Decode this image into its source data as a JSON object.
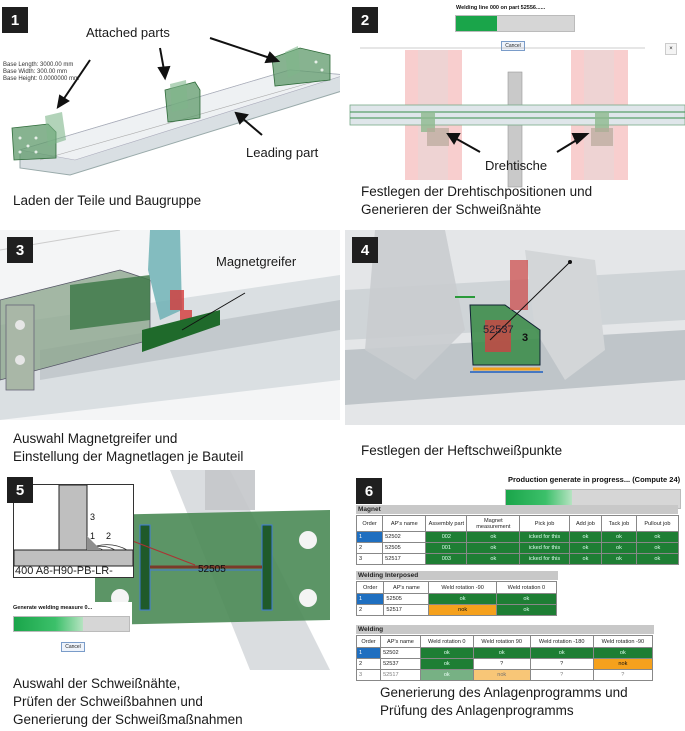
{
  "steps": [
    {
      "num": "1",
      "caption": [
        "Laden der Teile und Baugruppe"
      ]
    },
    {
      "num": "2",
      "caption": [
        "Festlegen der Drehtischpositionen und",
        "Generieren der Schweißnähte"
      ]
    },
    {
      "num": "3",
      "caption": [
        "Auswahl Magnetgreifer und",
        "Einstellung der Magnetlagen je Bauteil"
      ]
    },
    {
      "num": "4",
      "caption": [
        "Festlegen der Heftschweißpunkte"
      ]
    },
    {
      "num": "5",
      "caption": [
        "Auswahl der Schweißnähte,",
        "Prüfen der Schweißbahnen und",
        "Generierung der Schweißmaßnahmen"
      ]
    },
    {
      "num": "6",
      "caption": [
        "Generierung des Anlagenprogramms und",
        "Prüfung des Anlagenprogramms"
      ]
    }
  ],
  "panel1": {
    "attached_parts": "Attached parts",
    "leading_part": "Leading part",
    "info_lines": [
      "Base Length: 3000.00 mm",
      "Base Width: 300.00 mm",
      "Base Height: 0.0000000 mm"
    ]
  },
  "panel2": {
    "progress_title": "Welding line 000 on part 52556......",
    "progress": 0.35,
    "cancel": "Cancel",
    "drehtische": "Drehtische"
  },
  "panel3": {
    "magnetgreifer": "Magnetgreifer"
  },
  "panel4": {
    "part_label": "52537",
    "part_suffix": "3"
  },
  "panel5": {
    "profile_text": "400 A8-H90-PB-LR-",
    "weld_nums": [
      "3",
      "1",
      "2"
    ],
    "progress_title": "Generate welding measure 0...",
    "progress": 0.6,
    "cancel": "Cancel",
    "part_label": "52505"
  },
  "panel6": {
    "progress_title": "Production generate in progress... (Compute 24)",
    "progress": 0.38,
    "magnet": {
      "title": "Magnet",
      "headers": [
        "Order",
        "AP's name",
        "Assembly part",
        "Magnet measurement",
        "Pick job",
        "Add job",
        "Tack job",
        "Pullout job"
      ],
      "rows": [
        [
          "1",
          "52502",
          "002",
          "ok",
          "icked for this ",
          "ok",
          "ok",
          "ok"
        ],
        [
          "2",
          "52505",
          "001",
          "ok",
          "icked for this ",
          "ok",
          "ok",
          "ok"
        ],
        [
          "3",
          "52517",
          "003",
          "ok",
          "icked for this ",
          "ok",
          "ok",
          "ok"
        ]
      ]
    },
    "interposed": {
      "title": "Welding Interposed",
      "headers": [
        "Order",
        "AP's name",
        "Weld rotation -90",
        "Weld rotation 0"
      ],
      "rows": [
        [
          "1",
          "52505",
          "ok",
          "ok"
        ],
        [
          "2",
          "52517",
          "nok",
          "ok"
        ]
      ]
    },
    "welding": {
      "title": "Welding",
      "headers": [
        "Order",
        "AP's name",
        "Weld rotation 0",
        "Weld rotation 90",
        "Weld rotation -180",
        "Weld rotation -90"
      ],
      "rows": [
        [
          "1",
          "52502",
          "ok",
          "ok",
          "ok",
          "ok"
        ],
        [
          "2",
          "52537",
          "ok",
          "?",
          "?",
          "nok"
        ],
        [
          "3",
          "52517",
          "ok",
          "nok",
          "?",
          "?"
        ]
      ]
    }
  }
}
